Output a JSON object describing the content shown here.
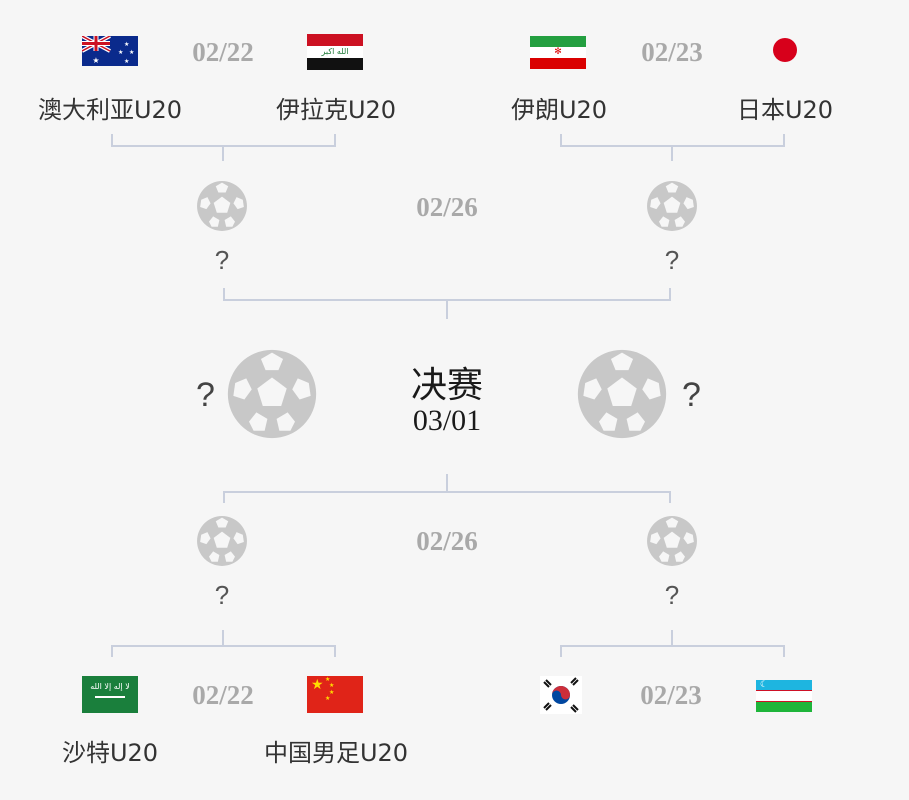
{
  "top_left": {
    "date": "02/22",
    "team_a": {
      "name": "澳大利亚U20",
      "flag": "australia-flag"
    },
    "team_b": {
      "name": "伊拉克U20",
      "flag": "iraq-flag"
    }
  },
  "top_right": {
    "date": "02/23",
    "team_a": {
      "name": "伊朗U20",
      "flag": "iran-flag"
    },
    "team_b": {
      "name": "日本U20",
      "flag": "japan-flag"
    }
  },
  "semi_top": {
    "date": "02/26",
    "left": "?",
    "right": "?"
  },
  "final": {
    "title": "决赛",
    "date": "03/01",
    "left": "?",
    "right": "?"
  },
  "semi_bottom": {
    "date": "02/26",
    "left": "?",
    "right": "?"
  },
  "bottom_left": {
    "date": "02/22",
    "team_a": {
      "name": "沙特U20",
      "flag": "saudi-arabia-flag"
    },
    "team_b": {
      "name": "中国男足U20",
      "flag": "china-flag"
    }
  },
  "bottom_right": {
    "date": "02/23",
    "team_a": {
      "flag": "south-korea-flag"
    },
    "team_b": {
      "flag": "uzbekistan-flag"
    }
  },
  "colors": {
    "line": "#c9cfdd",
    "date": "#a9a9a9",
    "ball": "#c8c8c8"
  }
}
